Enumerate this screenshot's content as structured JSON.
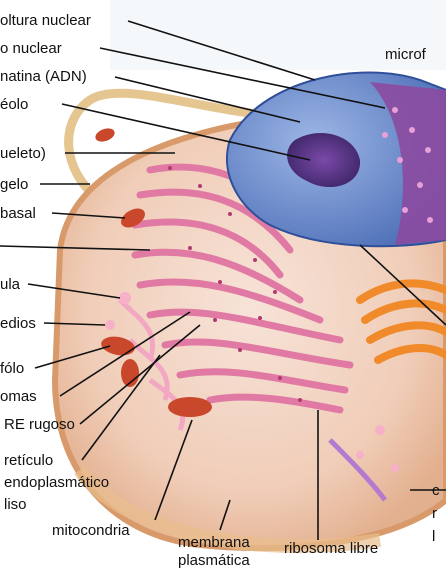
{
  "labels": {
    "envoltura_nuclear": "oltura nuclear",
    "poro_nuclear": "o nuclear",
    "cromatina": "natina (ADN)",
    "nucleolo": "éolo",
    "citoesqueleto": "ueleto)",
    "flagelo": "gelo",
    "cuerpo_basal": "basal",
    "vesicula": "ula",
    "intermedios": "edios",
    "fagosoma": "fólo",
    "ribosomas": "omas",
    "re_rugoso": "RE rugoso",
    "re_liso_1": "retículo",
    "re_liso_2": "endoplasmático",
    "re_liso_3": "liso",
    "mitocondria": "mitocondria",
    "membrana_1": "membrana",
    "membrana_2": "plasmática",
    "ribosoma_libre": "ribosoma libre",
    "microfilamentos": "microf",
    "right_c": "c",
    "right_r": "r",
    "right_l": "l"
  },
  "colors": {
    "cytoplasm": "#f3d4c6",
    "membrane": "#e8b889",
    "nucleus": "#6a8fd0",
    "nucleolus": "#5a3a8a",
    "rough_er": "#e07aa4",
    "golgi": "#f08a2a",
    "mitochondria": "#c9482c"
  }
}
